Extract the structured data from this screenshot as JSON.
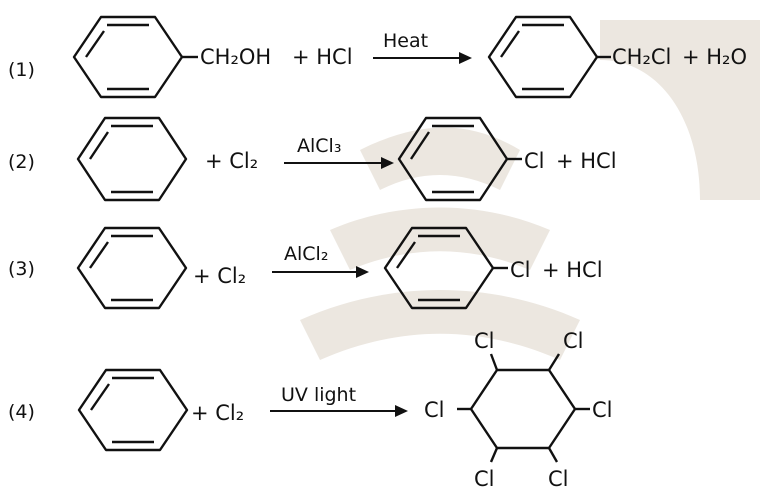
{
  "reactions": [
    {
      "label": "(1)",
      "reactant_group": "CH₂OH",
      "reactant_plus": "+ HCl",
      "condition": "Heat",
      "product_group": "CH₂Cl",
      "product_plus": "+ H₂O"
    },
    {
      "label": "(2)",
      "reagent": "+ Cl₂",
      "condition": "AlCl₃",
      "product_group": "Cl",
      "product_plus": "+ HCl"
    },
    {
      "label": "(3)",
      "reagent": "+ Cl₂",
      "condition": "AlCl₂",
      "product_group": "Cl",
      "product_plus": "+ HCl"
    },
    {
      "label": "(4)",
      "reagent": "+ Cl₂",
      "condition": "UV light",
      "product_substituents": [
        "Cl",
        "Cl",
        "Cl",
        "Cl",
        "Cl",
        "Cl"
      ]
    }
  ],
  "colors": {
    "ink": "#111111",
    "watermark": "#ece7e0"
  },
  "icons": {
    "ring": "benzene-ring",
    "saturated_ring": "cyclohexane-ring",
    "arrow": "reaction-arrow"
  }
}
